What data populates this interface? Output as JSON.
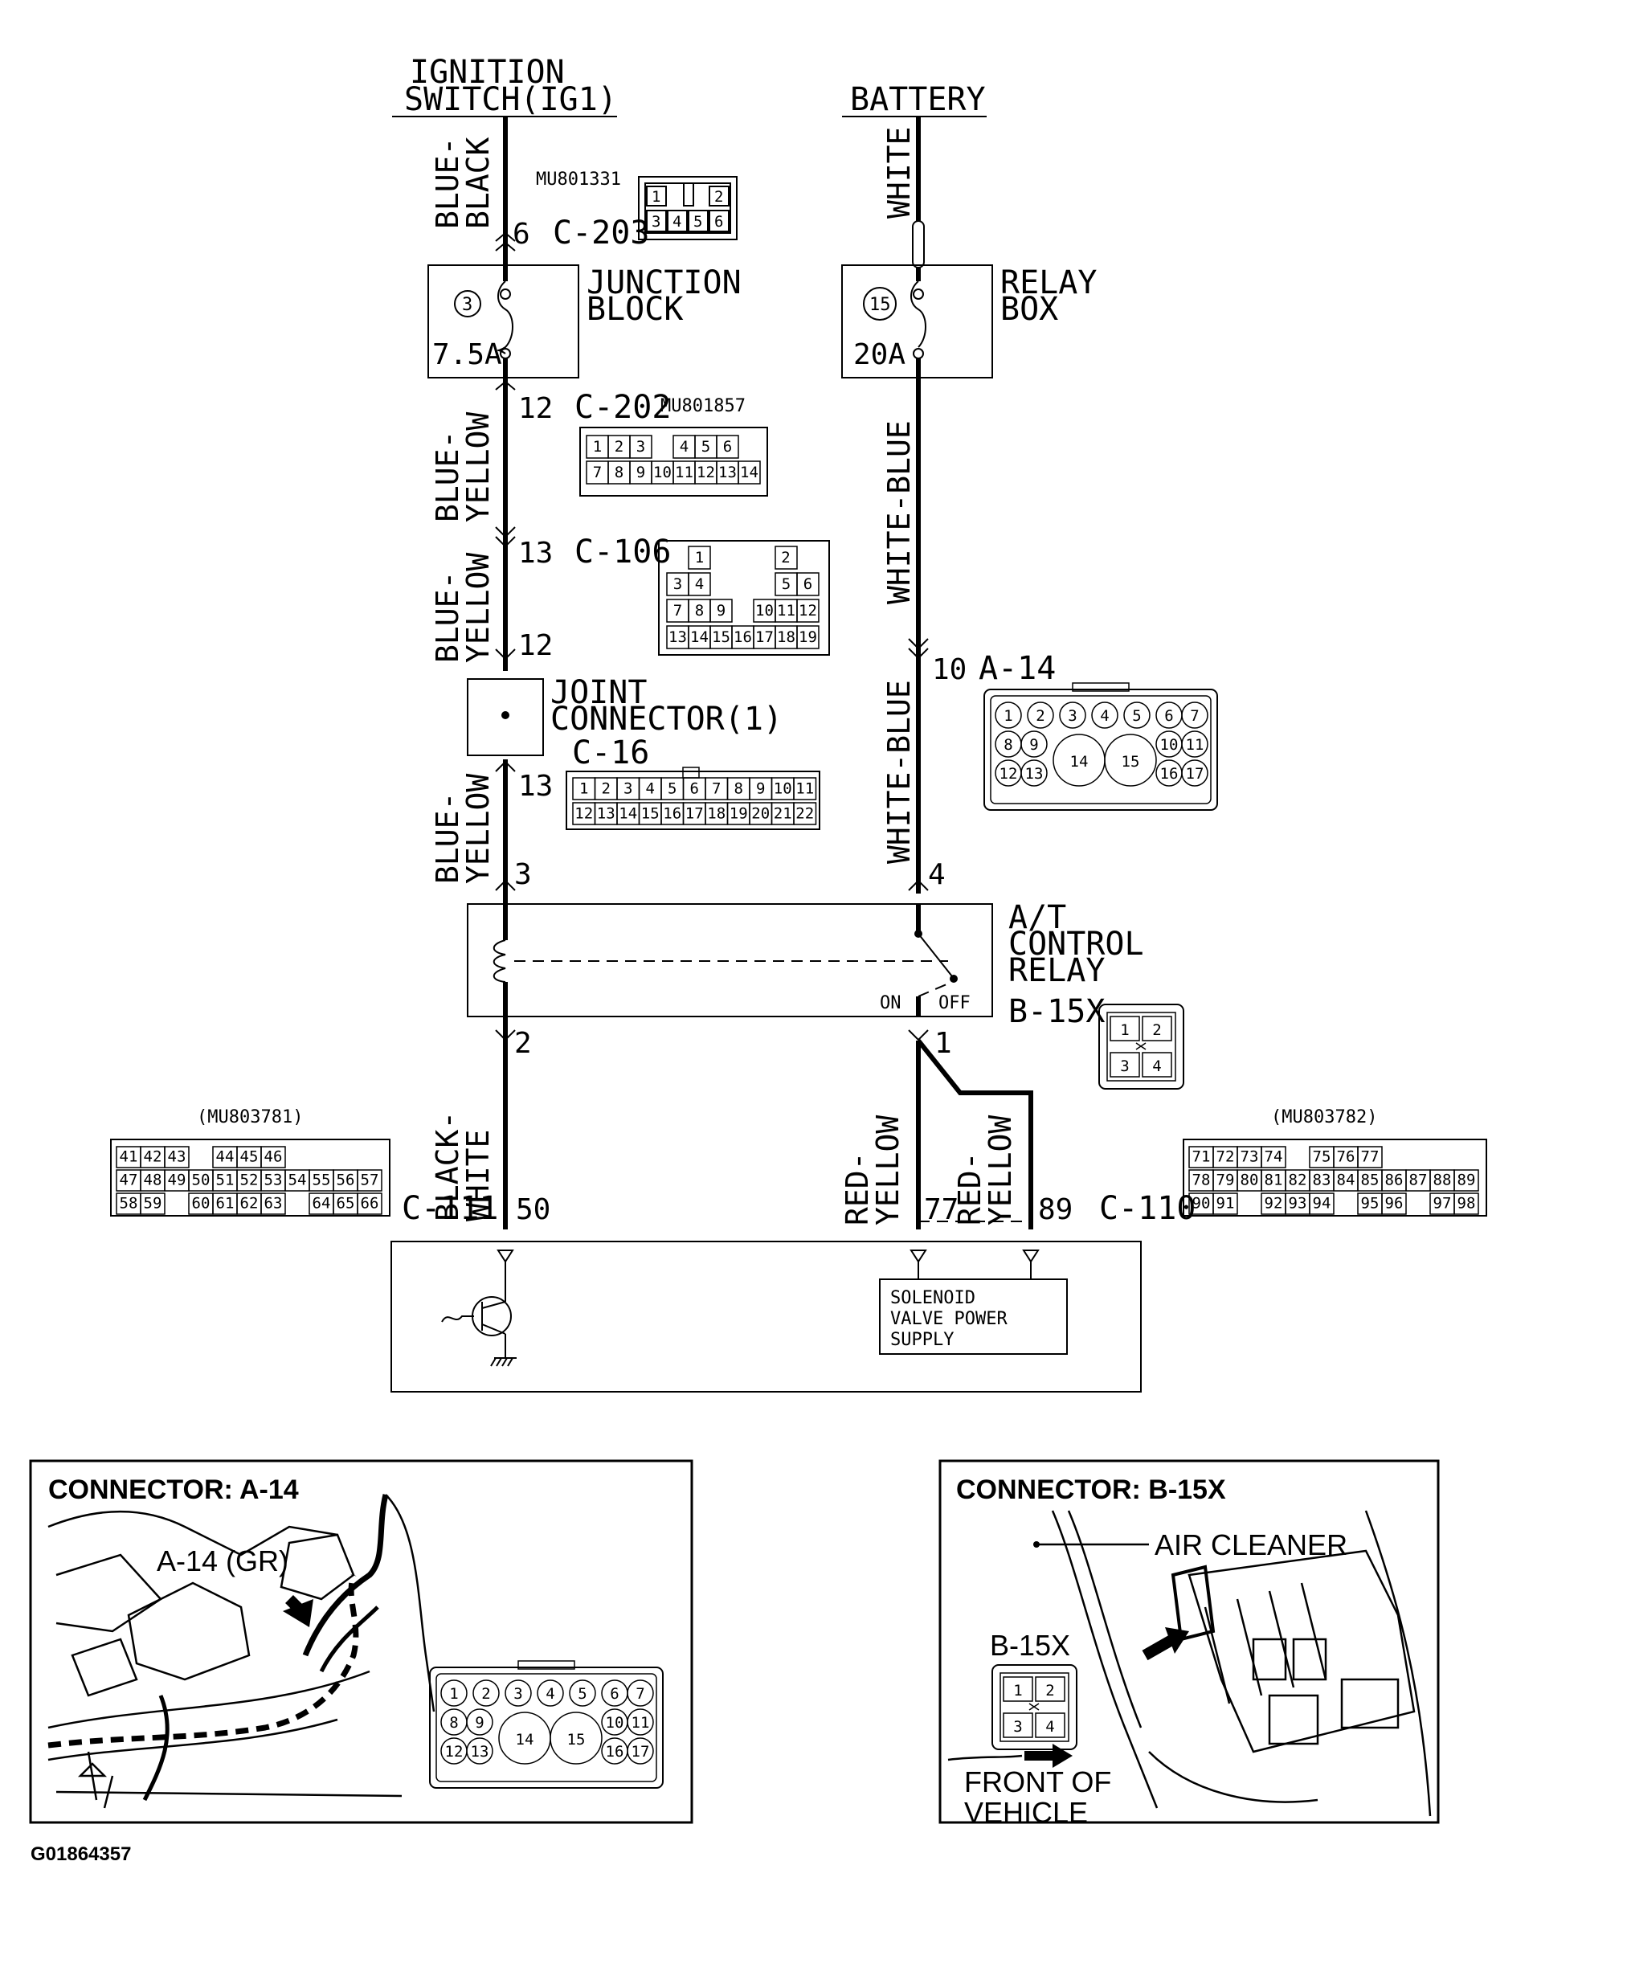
{
  "top": {
    "ignition": [
      "IGNITION",
      "SWITCH(IG1)"
    ],
    "battery": "BATTERY"
  },
  "wires": {
    "blue_black": [
      "BLUE-",
      "BLACK"
    ],
    "white_top": "WHITE",
    "blue_yellow_a": [
      "BLUE-",
      "YELLOW"
    ],
    "white_blue_a": "WHITE-BLUE",
    "blue_yellow_b": [
      "BLUE-",
      "YELLOW"
    ],
    "white_blue_b": "WHITE-BLUE",
    "blue_yellow_c": [
      "BLUE-",
      "YELLOW"
    ],
    "black_white": [
      "BLACK-",
      "WHITE"
    ],
    "red_yellow_a": [
      "RED-",
      "YELLOW"
    ],
    "red_yellow_b": [
      "RED-",
      "YELLOW"
    ]
  },
  "pins": {
    "p6": "6",
    "p12a": "12",
    "p13a": "13",
    "p12b": "12",
    "p13b": "13",
    "p3": "3",
    "p2": "2",
    "p50": "50",
    "p10": "10",
    "p4": "4",
    "p1": "1",
    "p77": "77",
    "p89": "89"
  },
  "connectors": {
    "c203": {
      "id": "C-203",
      "part": "MU801331",
      "row1": [
        "1",
        "",
        "2"
      ],
      "row2": [
        "3",
        "4",
        "5",
        "6"
      ]
    },
    "c202": {
      "id": "C-202",
      "part": "MU801857",
      "row1": [
        "1",
        "2",
        "3",
        "",
        "4",
        "5",
        "6"
      ],
      "row2": [
        "7",
        "8",
        "9",
        "10",
        "11",
        "12",
        "13",
        "14"
      ]
    },
    "c106": {
      "id": "C-106",
      "row1": [
        "1",
        "2"
      ],
      "row2": [
        "3",
        "4",
        "5",
        "6"
      ],
      "row3": [
        "7",
        "8",
        "9",
        "10",
        "11",
        "12"
      ],
      "row4": [
        "13",
        "14",
        "15",
        "16",
        "17",
        "18",
        "19"
      ]
    },
    "c16": {
      "id": "C-16",
      "row1": [
        "1",
        "2",
        "3",
        "4",
        "5",
        "6",
        "7",
        "8",
        "9",
        "10",
        "11"
      ],
      "row2": [
        "12",
        "13",
        "14",
        "15",
        "16",
        "17",
        "18",
        "19",
        "20",
        "21",
        "22"
      ]
    },
    "a14": {
      "id": "A-14",
      "row1": [
        "1",
        "2",
        "3",
        "4",
        "5",
        "6",
        "7"
      ],
      "row2": [
        "8",
        "9",
        "",
        "",
        "10",
        "11"
      ],
      "row3": [
        "12",
        "13",
        "14",
        "15",
        "16",
        "17"
      ]
    },
    "b15x": {
      "id": "B-15X",
      "cells": [
        "1",
        "2",
        "3",
        "4"
      ]
    },
    "c111": {
      "id": "C-111",
      "part": "(MU803781)",
      "row1": [
        "41",
        "42",
        "43",
        "",
        "44",
        "45",
        "46"
      ],
      "row2": [
        "47",
        "48",
        "49",
        "50",
        "51",
        "52",
        "53",
        "54",
        "55",
        "56",
        "57"
      ],
      "row3": [
        "58",
        "59",
        "",
        "60",
        "61",
        "62",
        "63",
        "",
        "64",
        "65",
        "66"
      ]
    },
    "c110": {
      "id": "C-110",
      "part": "(MU803782)",
      "row1": [
        "71",
        "72",
        "73",
        "74",
        "",
        "75",
        "76",
        "77"
      ],
      "row2": [
        "78",
        "79",
        "80",
        "81",
        "82",
        "83",
        "84",
        "85",
        "86",
        "87",
        "88",
        "89"
      ],
      "row3": [
        "90",
        "91",
        "",
        "92",
        "93",
        "94",
        "",
        "95",
        "96",
        "",
        "97",
        "98"
      ]
    }
  },
  "boxes": {
    "junction": {
      "name": [
        "JUNCTION",
        "BLOCK"
      ],
      "fuse_no": "3",
      "rating": "7.5A"
    },
    "relay_box": {
      "name": [
        "RELAY",
        "BOX"
      ],
      "fuse_no": "15",
      "rating": "20A"
    },
    "joint": {
      "name": [
        "JOINT",
        "CONNECTOR(1)"
      ]
    },
    "at_relay": {
      "name": [
        "A/T",
        "CONTROL",
        "RELAY"
      ],
      "on": "ON",
      "off": "OFF"
    },
    "solenoid": [
      "SOLENOID",
      "VALVE POWER",
      "SUPPLY"
    ]
  },
  "panels": {
    "a14": {
      "title": "CONNECTOR: A-14",
      "callout": "A-14 (GR)"
    },
    "b15x": {
      "title": "CONNECTOR: B-15X",
      "air_cleaner": "AIR CLEANER",
      "tag": "B-15X",
      "front": [
        "FRONT OF",
        "VEHICLE"
      ]
    }
  },
  "figure_code": "G01864357"
}
